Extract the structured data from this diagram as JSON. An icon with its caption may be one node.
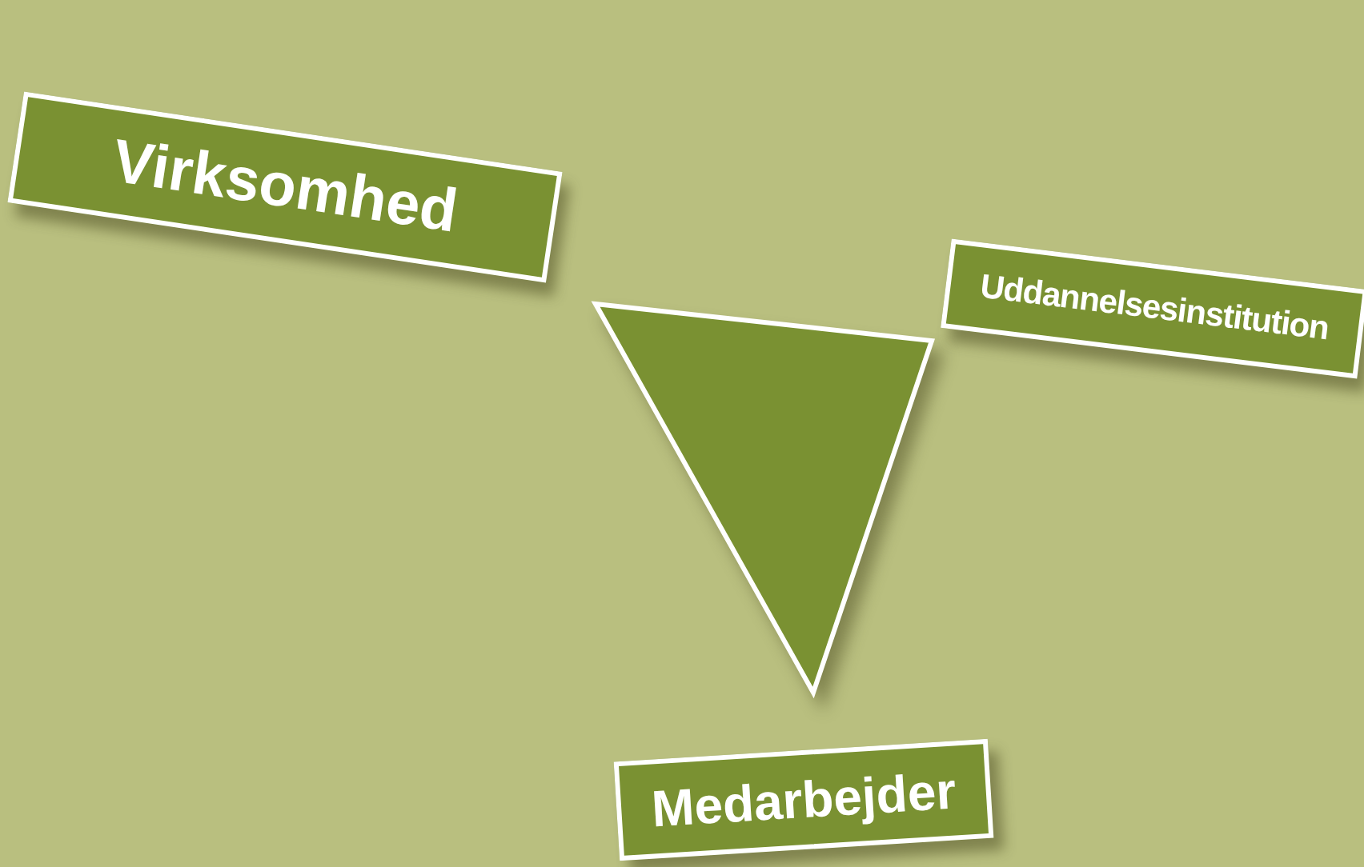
{
  "diagram": {
    "nodes": [
      {
        "text": [
          "Virksomhed"
        ]
      },
      {
        "text": [
          "Uddannelsesinstitution"
        ]
      },
      {
        "text": [],
        "shape": "triangle"
      },
      {
        "text": [
          "Medarbejder"
        ]
      }
    ]
  }
}
